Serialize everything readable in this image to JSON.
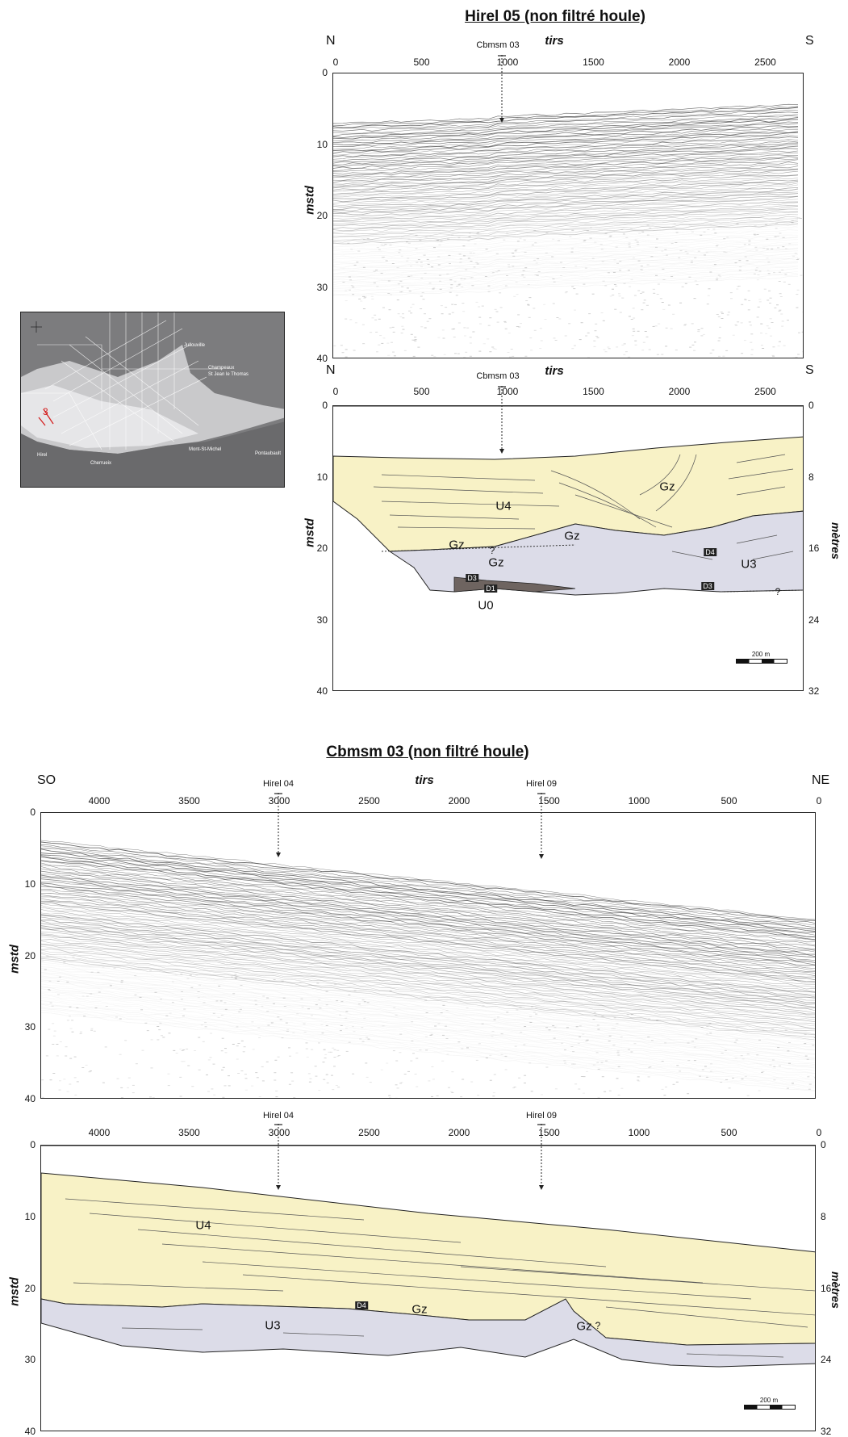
{
  "colors": {
    "u4": "#f8f2c6",
    "u3": "#dcdce8",
    "u0": "#6e6460",
    "map_sea": "#7c7c7e",
    "map_land": "#c9c9cb",
    "seismic": "#444444"
  },
  "profile1": {
    "title": "Hirel 05 (non filtré houle)",
    "dir_left": "N",
    "dir_right": "S",
    "x_label": "tirs",
    "y_label": "mstd",
    "y2_label": "mètres",
    "x_ticks": [
      "0",
      "500",
      "1000",
      "1500",
      "2000",
      "2500"
    ],
    "y_ticks": [
      "0",
      "10",
      "20",
      "30",
      "40"
    ],
    "y2_ticks": [
      "0",
      "8",
      "16",
      "24",
      "32"
    ],
    "cross_marker": "Cbmsm 03",
    "units": {
      "u4": "U4",
      "u3": "U3",
      "u0": "U0",
      "gz": "Gz"
    },
    "boxes": {
      "d1": "D1",
      "d3": "D3",
      "d4": "D4"
    },
    "qmark": "?",
    "scale_label": "200 m"
  },
  "profile2": {
    "title": "Cbmsm 03 (non filtré houle)",
    "dir_left": "SO",
    "dir_right": "NE",
    "x_label": "tirs",
    "y_label": "mstd",
    "y2_label": "mètres",
    "x_ticks": [
      "4000",
      "3500",
      "3000",
      "2500",
      "2000",
      "1500",
      "1000",
      "500",
      "0"
    ],
    "y_ticks": [
      "0",
      "10",
      "20",
      "30",
      "40"
    ],
    "y2_ticks": [
      "0",
      "8",
      "16",
      "24",
      "32"
    ],
    "marker_a": "Hirel 04",
    "marker_b": "Hirel 09",
    "units": {
      "u4": "U4",
      "u3": "U3",
      "gz": "Gz"
    },
    "boxes": {
      "d4": "D4"
    },
    "qmark": "?",
    "scale_label": "200 m"
  },
  "map": {
    "labels": {
      "jullouville": "Jullouville",
      "champeaux": "Champeaux",
      "st_jean": "St Jean le Thomas",
      "mont": "Mont-St-Michel",
      "pontaubault": "Pontaubault",
      "cherrueix": "Cherrueix",
      "hirel": "Hirel"
    },
    "line_label": "3"
  }
}
